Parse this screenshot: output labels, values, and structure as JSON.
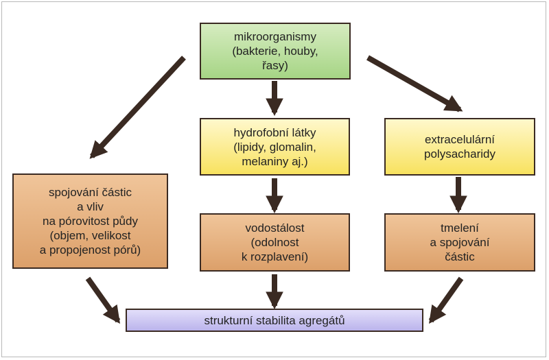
{
  "diagram": {
    "nodes": {
      "microorganisms": "mikroorganismy\n(bakterie, houby,\nřasy)",
      "hydrophobic": "hydrofobní látky\n(lipidy, glomalin,\nmelaniny aj.)",
      "polysaccharides": "extracelulární\npolysacharidy",
      "particle_binding": "spojování částic\na vliv\nna pórovitost půdy\n(objem, velikost\na propojenost pórů)",
      "water_stability": "vodostálost\n(odolnost\nk rozplavení)",
      "cementation": "tmelení\na spojování\nčástic",
      "aggregate_stability": "strukturní stabilita agregátů"
    },
    "edges": [
      [
        "microorganisms",
        "particle_binding"
      ],
      [
        "microorganisms",
        "hydrophobic"
      ],
      [
        "microorganisms",
        "polysaccharides"
      ],
      [
        "hydrophobic",
        "water_stability"
      ],
      [
        "polysaccharides",
        "cementation"
      ],
      [
        "particle_binding",
        "aggregate_stability"
      ],
      [
        "water_stability",
        "aggregate_stability"
      ],
      [
        "cementation",
        "aggregate_stability"
      ]
    ],
    "colors": {
      "top": "#a6d585",
      "middle": "#f8e25f",
      "lower": "#dca06a",
      "bottom": "#bbb4ec",
      "arrow": "#3a2a22"
    }
  }
}
